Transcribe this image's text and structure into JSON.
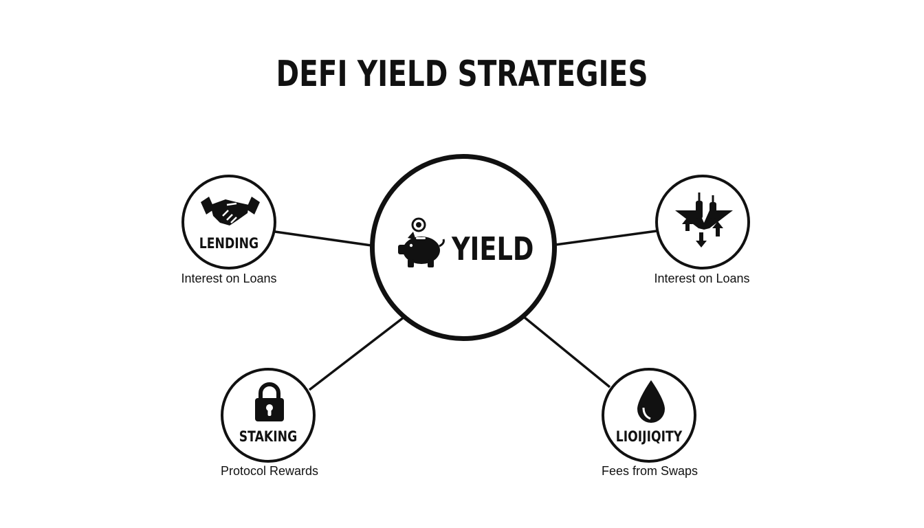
{
  "title": "DEFI YIELD STRATEGIES",
  "center": {
    "label": "YIELD",
    "icon": "piggy-bank-icon"
  },
  "nodes": {
    "lending": {
      "label": "LENDING",
      "caption": "Interest on Loans",
      "icon": "handshake-icon"
    },
    "right": {
      "label": "",
      "caption": "Interest on Loans",
      "icon": "arrows-exchange-icon"
    },
    "staking": {
      "label": "STAKING",
      "caption": "Protocol Rewards",
      "icon": "padlock-icon"
    },
    "liquidity": {
      "label": "LIOIJIQITY",
      "caption": "Fees from Swaps",
      "icon": "droplet-icon"
    }
  },
  "colors": {
    "ink": "#111111",
    "background": "#ffffff"
  }
}
